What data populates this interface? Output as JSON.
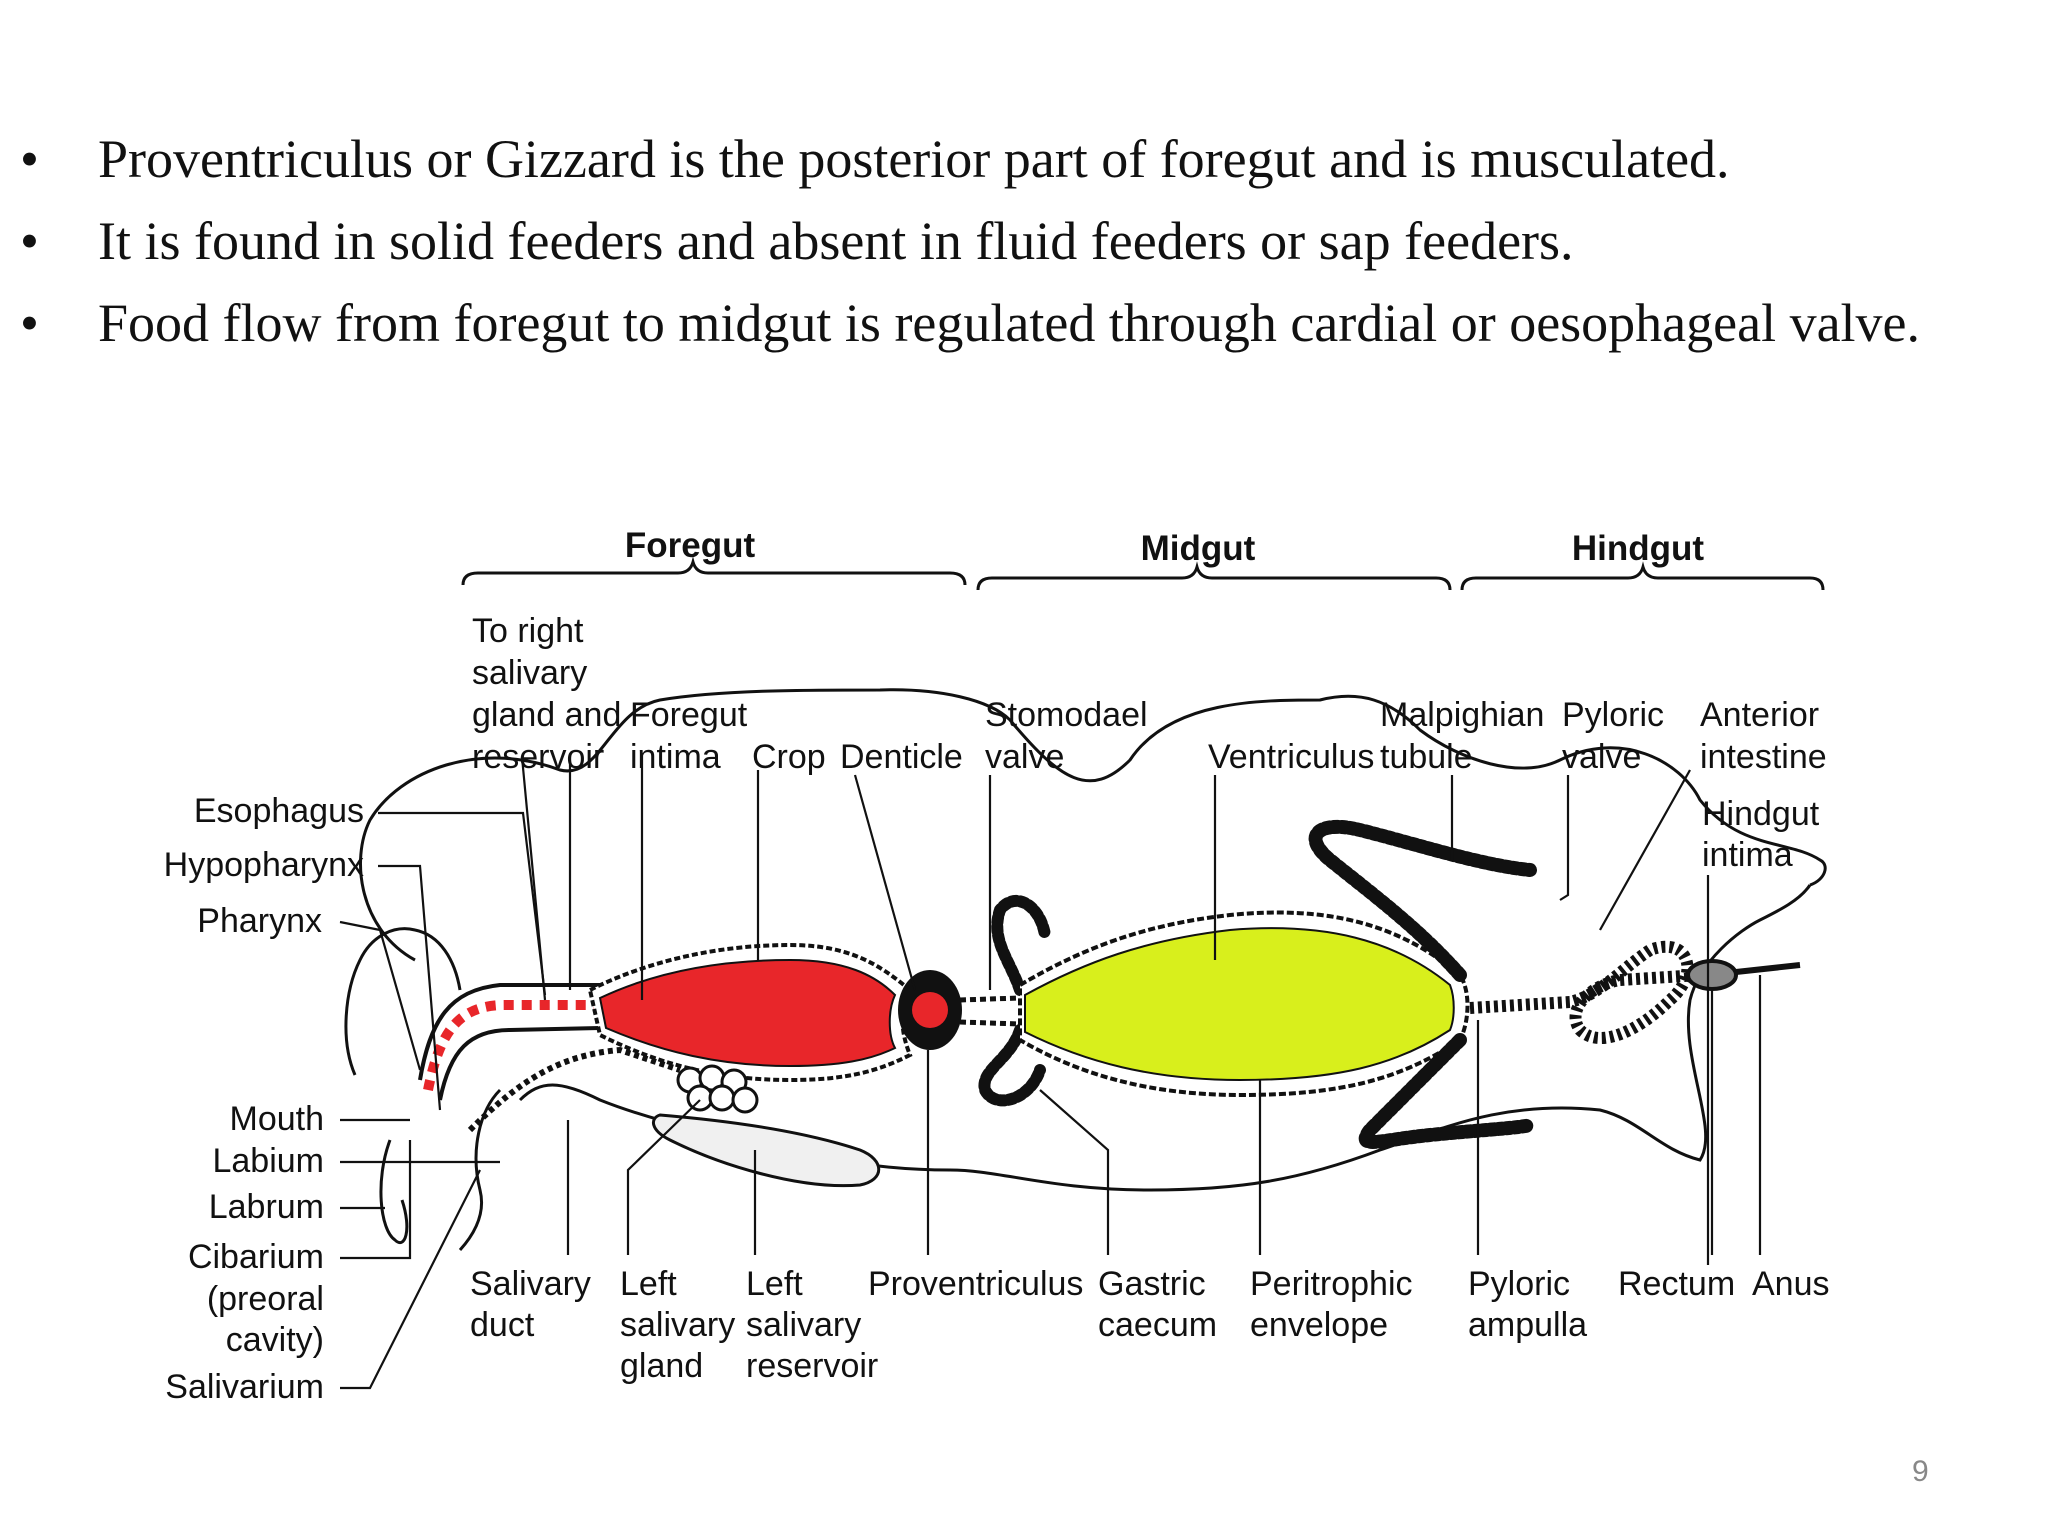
{
  "bullets": [
    "Proventriculus or Gizzard is the posterior part of foregut and is musculated.",
    "It is found in solid feeders and absent in fluid feeders or sap feeders.",
    "Food flow from foregut to midgut is regulated through cardial or oesophageal valve."
  ],
  "bullet_symbol": "•",
  "diagram": {
    "regions": {
      "foregut": "Foregut",
      "midgut": "Midgut",
      "hindgut": "Hindgut"
    },
    "labels_top": {
      "to_right_salivary": [
        "To right",
        "salivary",
        "gland and",
        "reservoir"
      ],
      "foregut_intima": [
        "Foregut",
        "intima"
      ],
      "crop": [
        "Crop"
      ],
      "denticle": [
        "Denticle"
      ],
      "stomodael_valve": [
        "Stomodael",
        "valve"
      ],
      "ventriculus": [
        "Ventriculus"
      ],
      "malpighian_tubule": [
        "Malpighian",
        "tubule"
      ],
      "pyloric_valve": [
        "Pyloric",
        "valve"
      ],
      "anterior_intestine": [
        "Anterior",
        "intestine"
      ],
      "hindgut_intima": [
        "Hindgut",
        "intima"
      ]
    },
    "labels_left": {
      "esophagus": "Esophagus",
      "hypopharynx": "Hypopharynx",
      "pharynx": "Pharynx",
      "mouth": "Mouth",
      "labium": "Labium",
      "labrum": "Labrum",
      "cibarium": [
        "Cibarium",
        "(preoral",
        "cavity)"
      ],
      "salivarium": "Salivarium"
    },
    "labels_bottom": {
      "salivary_duct": [
        "Salivary",
        "duct"
      ],
      "left_salivary_gland": [
        "Left",
        "salivary",
        "gland"
      ],
      "left_salivary_reservoir": [
        "Left",
        "salivary",
        "reservoir"
      ],
      "proventriculus": [
        "Proventriculus"
      ],
      "gastric_caecum": [
        "Gastric",
        "caecum"
      ],
      "peritrophic_envelope": [
        "Peritrophic",
        "envelope"
      ],
      "pyloric_ampulla": [
        "Pyloric",
        "ampulla"
      ],
      "rectum": [
        "Rectum"
      ],
      "anus": [
        "Anus"
      ]
    },
    "colors": {
      "foregut_fill": "#e8262a",
      "midgut_fill": "#d8ef1c",
      "outline": "#111111"
    }
  },
  "page_number": "9"
}
